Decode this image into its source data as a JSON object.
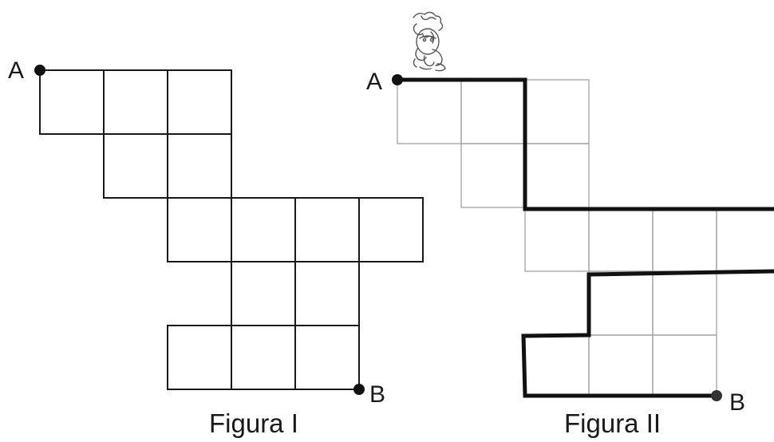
{
  "figure1": {
    "caption": "Figura I",
    "start_label": "A",
    "end_label": "B"
  },
  "figure2": {
    "caption": "Figura II",
    "start_label": "A",
    "end_label": "B"
  },
  "colors": {
    "line": "#1a1a1a",
    "thin_line": "#9a9a9a",
    "dot": "#111111"
  },
  "icons": {
    "character": "cartoon-character-icon"
  }
}
